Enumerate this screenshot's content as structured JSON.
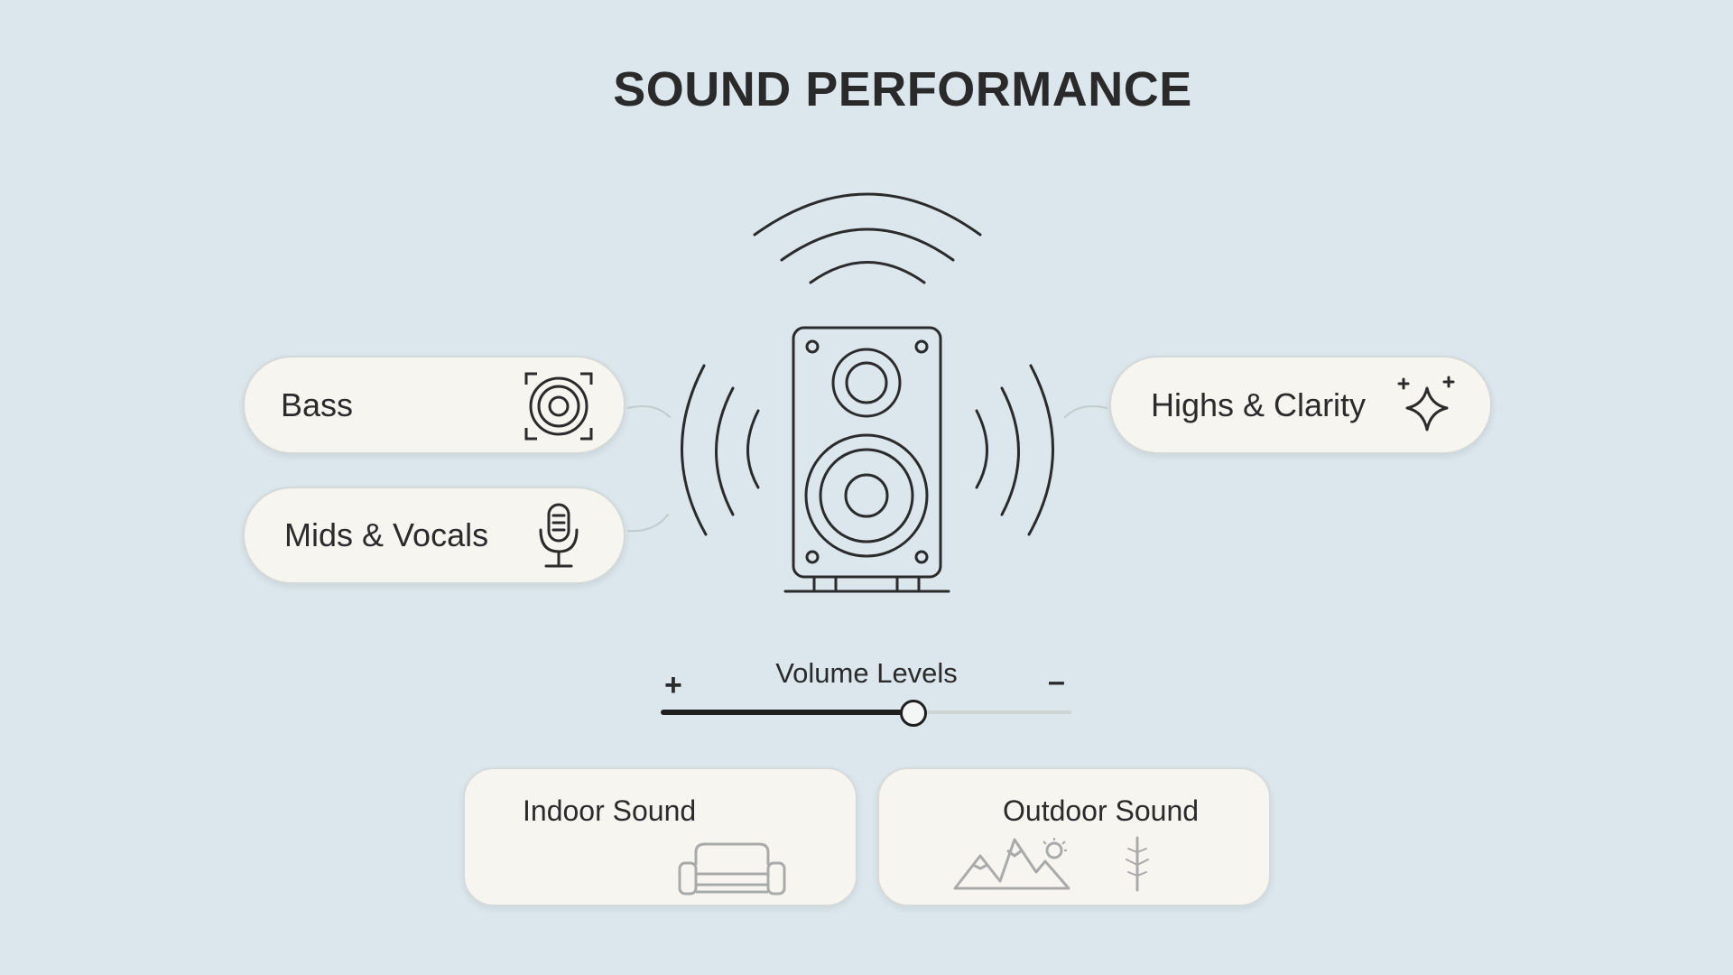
{
  "title": "SOUND PERFORMANCE",
  "features": {
    "bass": {
      "label": "Bass",
      "icon": "woofer-icon"
    },
    "mids": {
      "label": "Mids & Vocals",
      "icon": "microphone-icon"
    },
    "highs": {
      "label": "Highs & Clarity",
      "icon": "sparkle-icon"
    }
  },
  "volume": {
    "label": "Volume Levels",
    "plus": "+",
    "minus": "–",
    "level_percent": 61
  },
  "modes": [
    {
      "label": "Indoor Sound",
      "icon": "sofa-icon"
    },
    {
      "label": "Outdoor Sound",
      "icon": "mountains-sun-tree-icon"
    }
  ],
  "colors": {
    "background": "#dbe7ed",
    "card": "#f7f5ef",
    "ink": "#2b2b2b"
  }
}
